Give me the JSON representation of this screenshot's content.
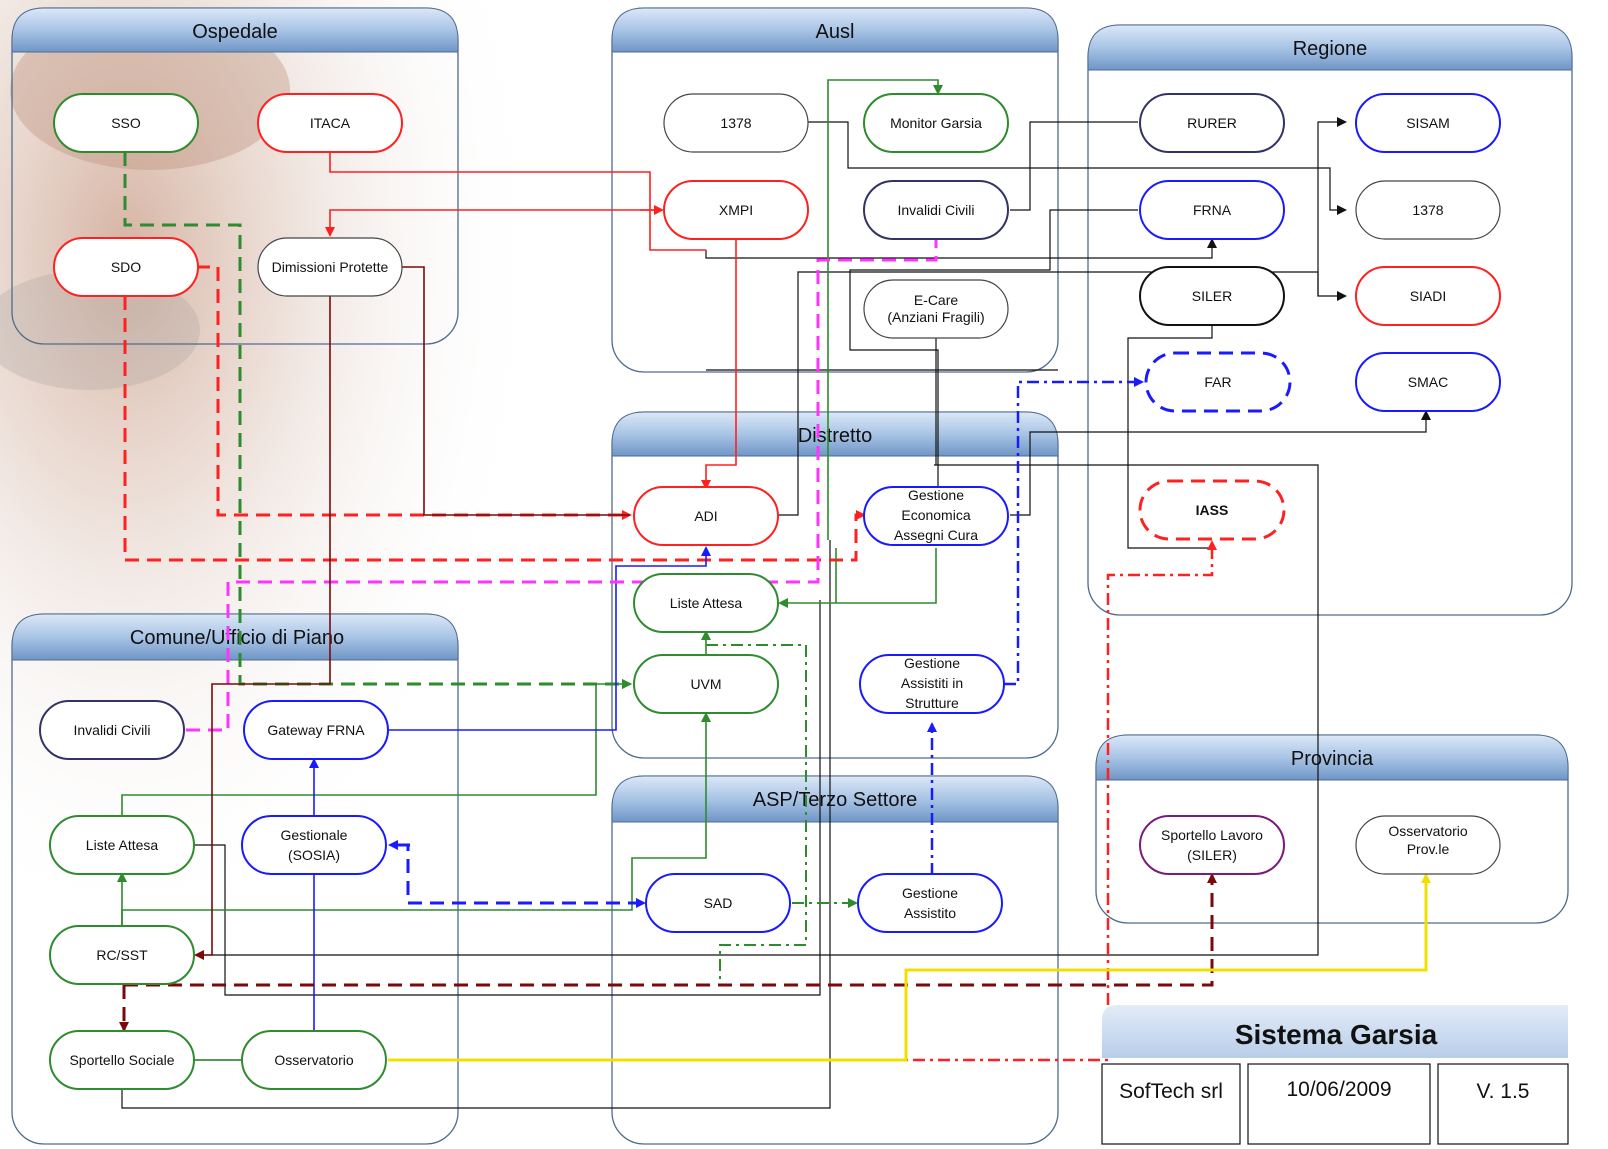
{
  "groups": [
    {
      "id": "ospedale",
      "title": "Ospedale"
    },
    {
      "id": "ausl",
      "title": "Ausl"
    },
    {
      "id": "regione",
      "title": "Regione"
    },
    {
      "id": "distretto",
      "title": "Distretto"
    },
    {
      "id": "comune",
      "title": "Comune/Ufficio di Piano"
    },
    {
      "id": "asp",
      "title": "ASP/Terzo Settore"
    },
    {
      "id": "provincia",
      "title": "Provincia"
    }
  ],
  "nodes": [
    {
      "id": "sso",
      "label": "SSO",
      "color": "#2e8b2e"
    },
    {
      "id": "itaca",
      "label": "ITACA",
      "color": "#ff2020"
    },
    {
      "id": "sdo",
      "label": "SDO",
      "color": "#ff2020"
    },
    {
      "id": "dimprot",
      "label": "Dimissioni Protette",
      "color": "#444444"
    },
    {
      "id": "n1378a",
      "label": "1378",
      "color": "#444444"
    },
    {
      "id": "monitor",
      "label": "Monitor Garsia",
      "color": "#2e8b2e"
    },
    {
      "id": "xmpi",
      "label": "XMPI",
      "color": "#ff2020"
    },
    {
      "id": "invciv_ausl",
      "label": "Invalidi Civili",
      "color": "#333366"
    },
    {
      "id": "ecare",
      "label": [
        "E-Care",
        "(Anziani Fragili)"
      ],
      "color": "#444444"
    },
    {
      "id": "rurer",
      "label": "RURER",
      "color": "#333366"
    },
    {
      "id": "sisam",
      "label": "SISAM",
      "color": "#1a1aff"
    },
    {
      "id": "frna",
      "label": "FRNA",
      "color": "#1a1aff"
    },
    {
      "id": "n1378b",
      "label": "1378",
      "color": "#444444"
    },
    {
      "id": "siler",
      "label": "SILER",
      "color": "#111111"
    },
    {
      "id": "siadi",
      "label": "SIADI",
      "color": "#ff2020"
    },
    {
      "id": "far",
      "label": "FAR",
      "color": "#1a1aff"
    },
    {
      "id": "smac",
      "label": "SMAC",
      "color": "#1a1aff"
    },
    {
      "id": "iass",
      "label": "IASS",
      "color": "#ff2020"
    },
    {
      "id": "adi",
      "label": "ADI",
      "color": "#ff2020"
    },
    {
      "id": "gestecon",
      "label": [
        "Gestione",
        "Economica",
        "Assegni Cura"
      ],
      "color": "#1a1aff"
    },
    {
      "id": "listeatt_d",
      "label": "Liste Attesa",
      "color": "#2e8b2e"
    },
    {
      "id": "uvm",
      "label": "UVM",
      "color": "#2e8b2e"
    },
    {
      "id": "gestass_str",
      "label": [
        "Gestione",
        "Assistiti in",
        "Strutture"
      ],
      "color": "#1a1aff"
    },
    {
      "id": "invciv_com",
      "label": "Invalidi Civili",
      "color": "#333366"
    },
    {
      "id": "gwfrna",
      "label": "Gateway FRNA",
      "color": "#1a1aff"
    },
    {
      "id": "listeatt_c",
      "label": "Liste Attesa",
      "color": "#2e8b2e"
    },
    {
      "id": "gestionale",
      "label": [
        "Gestionale",
        "(SOSIA)"
      ],
      "color": "#1a1aff"
    },
    {
      "id": "rcsst",
      "label": "RC/SST",
      "color": "#2e8b2e"
    },
    {
      "id": "sportsoc",
      "label": "Sportello Sociale",
      "color": "#2e8b2e"
    },
    {
      "id": "osservatorio",
      "label": "Osservatorio",
      "color": "#2e8b2e"
    },
    {
      "id": "sad",
      "label": "SAD",
      "color": "#1a1aff"
    },
    {
      "id": "gestass",
      "label": [
        "Gestione",
        "Assistito"
      ],
      "color": "#1a1aff"
    },
    {
      "id": "sportlav",
      "label": [
        "Sportello Lavoro",
        "(SILER)"
      ],
      "color": "#7a1a7a"
    },
    {
      "id": "ossprov",
      "label": [
        "Osservatorio",
        "Prov.le"
      ],
      "color": "#444444"
    }
  ],
  "footer": {
    "title": "Sistema Garsia",
    "company": "SofTech srl",
    "date": "10/06/2009",
    "version": "V. 1.5"
  },
  "colors": {
    "group_header_top": "#cfe0f5",
    "group_header_bottom": "#6f96c6",
    "group_border": "#4f6b8f",
    "red": "#ff2020",
    "green": "#2e8b2e",
    "blue": "#1a1aff",
    "magenta": "#ff33ff",
    "darkred": "#7a0a0a",
    "yellow": "#ffff00",
    "black": "#111111"
  }
}
